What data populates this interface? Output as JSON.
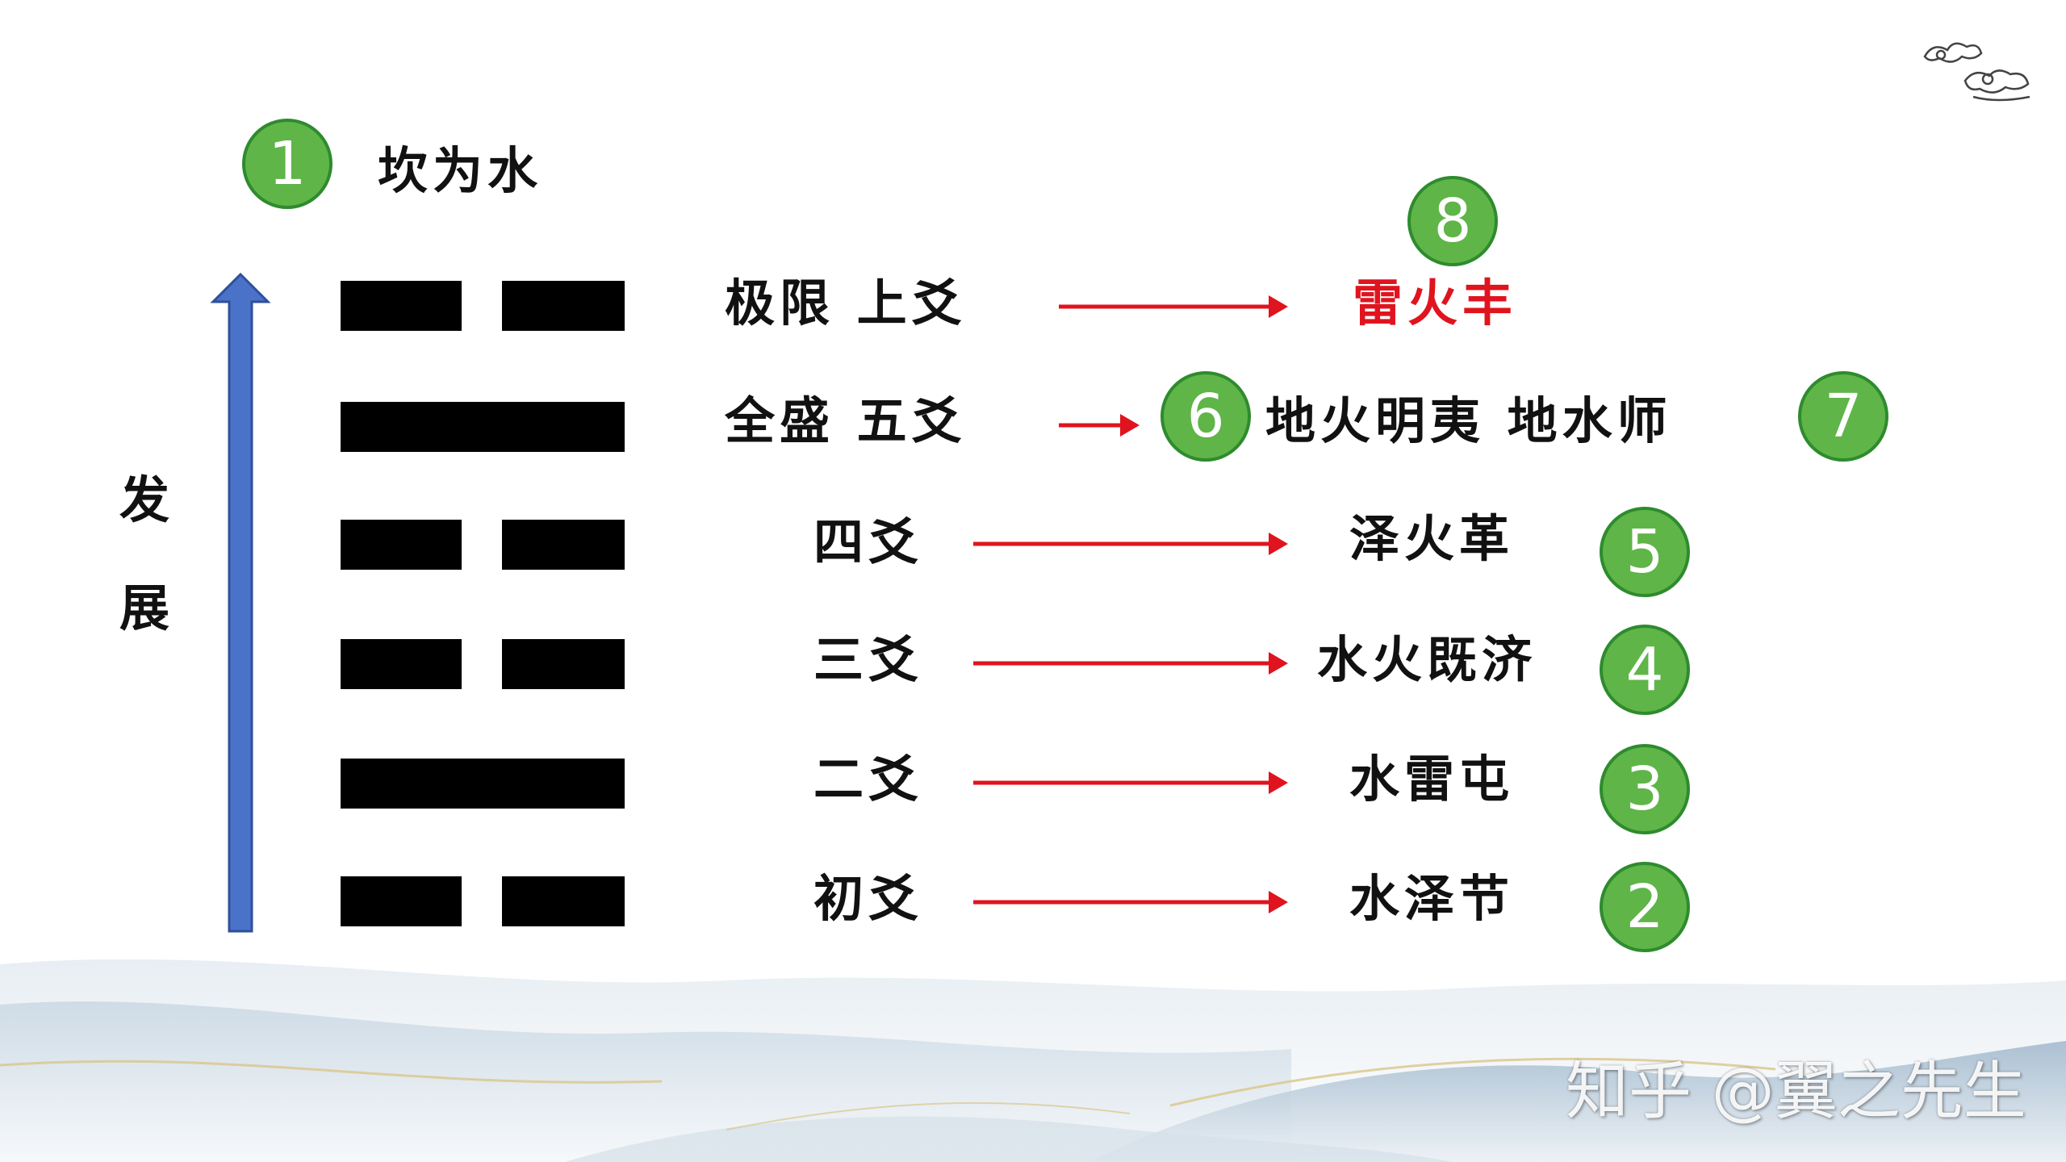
{
  "title": "坎为水",
  "side_label": [
    "发",
    "展"
  ],
  "colors": {
    "arrow_up": "#4a72c8",
    "arrow_red": "#e0141e",
    "badge_green": "#5fb548",
    "highlight_red": "#e0141e"
  },
  "badges": {
    "b1": "1",
    "b2": "2",
    "b3": "3",
    "b4": "4",
    "b5": "5",
    "b6": "6",
    "b7": "7",
    "b8": "8"
  },
  "rows": [
    {
      "left": "极限  上爻",
      "right": "雷火丰"
    },
    {
      "left": "全盛  五爻",
      "right": "地火明夷  地水师"
    },
    {
      "left": "四爻",
      "right": "泽火革"
    },
    {
      "left": "三爻",
      "right": "水火既济"
    },
    {
      "left": "二爻",
      "right": "水雷屯"
    },
    {
      "left": "初爻",
      "right": "水泽节"
    }
  ],
  "hexagram_lines": [
    "yin",
    "yang",
    "yin",
    "yin",
    "yang",
    "yin"
  ],
  "watermark": "知乎 @翼之先生",
  "decor": {
    "cloud": "cloud-icon",
    "background": "mountain-waves"
  }
}
